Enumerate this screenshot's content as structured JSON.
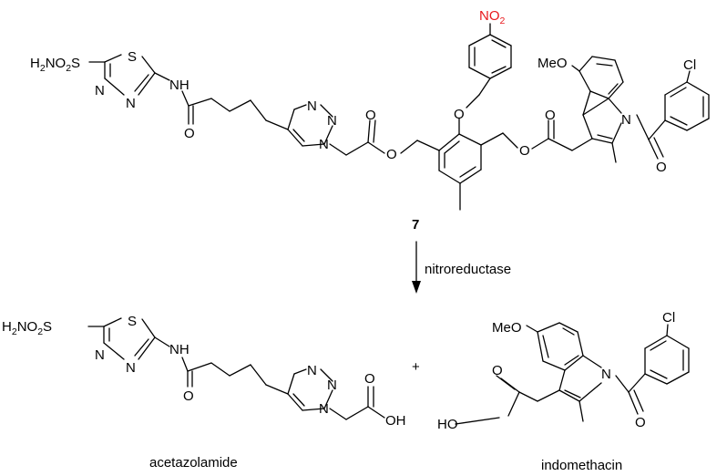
{
  "compound": {
    "label": "7",
    "groups": {
      "sulfonamide": "H2NO2S",
      "sulfur": "S",
      "nitrogen": "N",
      "amide_nh": "NH",
      "oxygen": "O",
      "methoxy": "MeO",
      "chloro": "Cl",
      "nitro": "NO2"
    }
  },
  "reaction": {
    "reagent": "nitroreductase",
    "plus": "+"
  },
  "products": {
    "left": {
      "name": "acetazolamide",
      "sulfonamide": "H2NO2S",
      "acid_oh": "OH"
    },
    "right": {
      "name": "indomethacin",
      "methoxy": "MeO",
      "chloro": "Cl",
      "acid_ho": "HO"
    }
  },
  "colors": {
    "bonds": "#000000",
    "text": "#000000",
    "nitro": "#e8181c"
  }
}
